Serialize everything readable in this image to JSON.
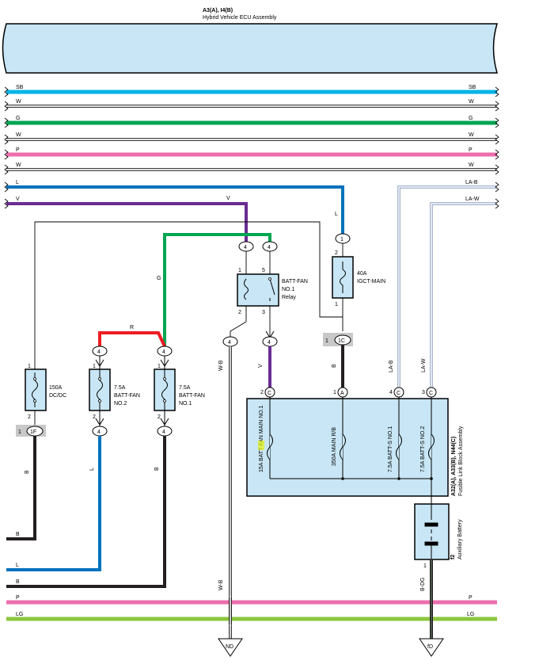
{
  "ecu": {
    "code": "A3(A), I4(B)",
    "name": "Hybrid Vehicle ECU Assembly"
  },
  "bus_wires": [
    {
      "left": "SB",
      "right": "SB",
      "color": "#00b4e6"
    },
    {
      "left": "W",
      "right": "W",
      "color": "#ffffff"
    },
    {
      "left": "G",
      "right": "G",
      "color": "#00a651"
    },
    {
      "left": "W",
      "right": "W",
      "color": "#ffffff"
    },
    {
      "left": "P",
      "right": "P",
      "color": "#ec6ead"
    },
    {
      "left": "W",
      "right": "W",
      "color": "#ffffff"
    },
    {
      "left": "L",
      "right": "LA-B",
      "color": "#0072bc"
    },
    {
      "left": "V",
      "right": "LA-W",
      "color": "#6a2c91"
    }
  ],
  "wire_labels": {
    "v_top": "V",
    "l_vert": "L",
    "g_vert": "G",
    "r_horiz": "R",
    "wb_vert": "W-B",
    "v_relay": "V",
    "b_main": "B",
    "lab_vert": "LA-B",
    "law_vert": "LA-W",
    "b_dcdc": "B",
    "l_fan2": "L",
    "b_fan1": "B",
    "wb_ground": "W-B",
    "bdg_vert": "B-DG"
  },
  "components": {
    "igct": {
      "rating": "40A",
      "name": "IGCT-MAIN",
      "pin_top": "2",
      "pin_bottom": "1"
    },
    "relay": {
      "name1": "BATT-FAN",
      "name2": "NO.1",
      "name3": "Relay",
      "pin1": "1",
      "pin5": "5",
      "pin2": "2",
      "pin3": "3"
    },
    "dcdc": {
      "rating": "150A",
      "name": "DC/DC",
      "pin_top": "1",
      "pin_bottom": "2"
    },
    "fan2": {
      "rating": "7.5A",
      "name1": "BATT-FAN",
      "name2": "NO.2",
      "pin_top": "1",
      "pin_bottom": "2"
    },
    "fan1": {
      "rating": "7.5A",
      "name1": "BATT-FAN",
      "name2": "NO.1",
      "pin_top": "1",
      "pin_bottom": "2"
    }
  },
  "connectors": {
    "c_igct": "1",
    "c_relay_l": "4",
    "c_relay_r": "4",
    "c_fan2_top": "4",
    "c_fan1_top": "4",
    "c_wb": "4",
    "c_relay_out": "4",
    "c_1c": "1C",
    "c_1c_pin": "1",
    "c_1f": "1F",
    "c_1f_pin": "1",
    "c_fan2_bot": "4",
    "c_fan1_bot": "4"
  },
  "fusible_link": {
    "code": "A32(A), A33(B), N44(C)",
    "name": "Fusible Link Block Assembly",
    "pins": [
      {
        "pin": "2",
        "conn": "C",
        "label_a": "15A BATT ",
        "label_hl": "FAN",
        "label_b": " MAIN NO.1"
      },
      {
        "pin": "1",
        "conn": "A",
        "label_a": "350A MAIN R/B",
        "label_hl": "",
        "label_b": ""
      },
      {
        "pin": "4",
        "conn": "C",
        "label_a": "7.5A BATT-S NO.1",
        "label_hl": "",
        "label_b": ""
      },
      {
        "pin": "3",
        "conn": "C",
        "label_a": "7.5A BATT-S NO.2",
        "label_hl": "",
        "label_b": ""
      }
    ]
  },
  "battery": {
    "code": "f2",
    "name": "Auxiliary Battery",
    "pin": "1"
  },
  "left_wires": [
    {
      "label": "B",
      "color": "#231f20"
    },
    {
      "label": "L",
      "color": "#0072bc"
    },
    {
      "label": "B",
      "color": "#231f20"
    }
  ],
  "bottom_wires": [
    {
      "left": "P",
      "right": "P",
      "color": "#ec6ead"
    },
    {
      "left": "LG",
      "right": "LG",
      "color": "#8dc63f"
    }
  ],
  "grounds": {
    "left": "ND",
    "right": "fD"
  }
}
